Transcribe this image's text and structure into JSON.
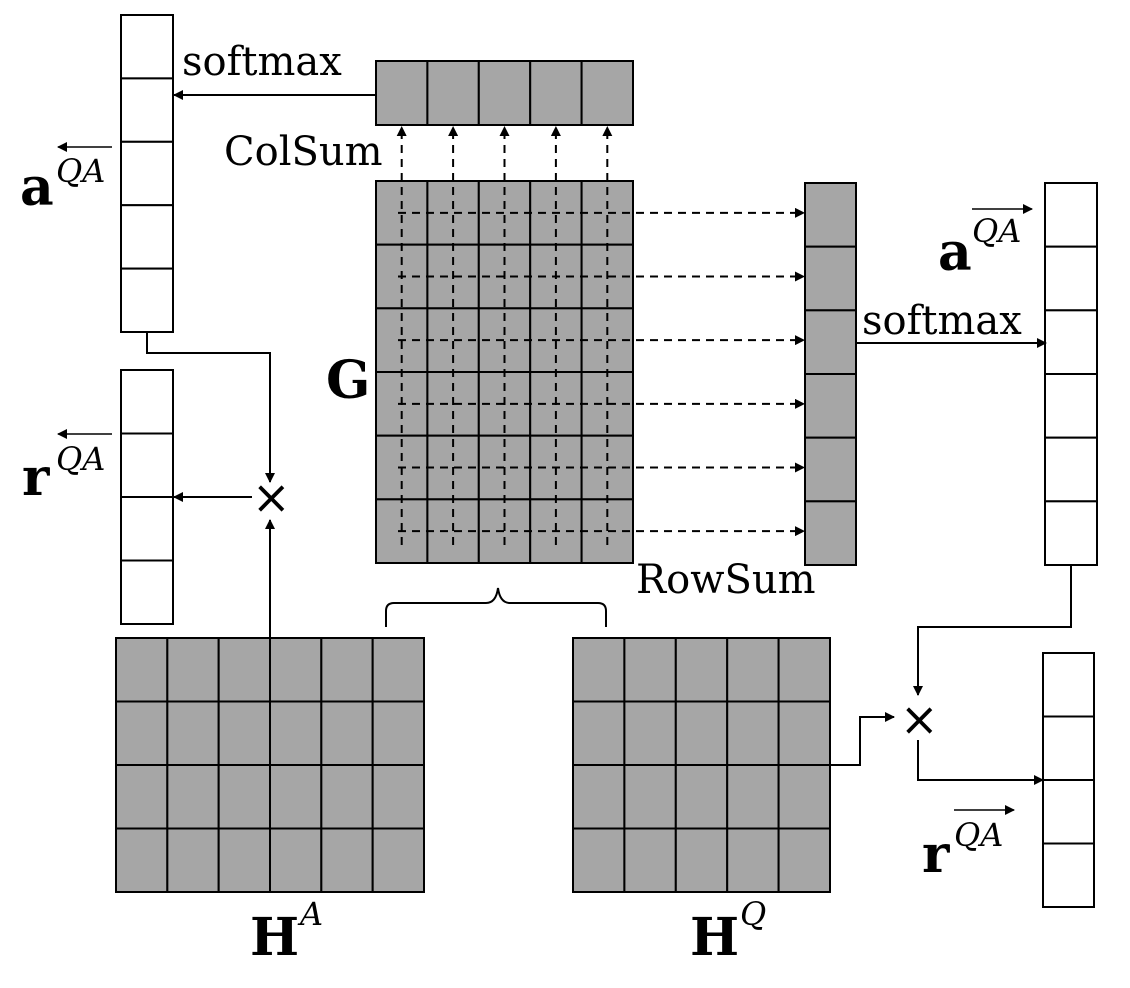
{
  "labels": {
    "softmax_top": "softmax",
    "colsum": "ColSum",
    "softmax_right": "softmax",
    "rowsum": "RowSum",
    "g": "G",
    "a_base_left": "a",
    "a_sup_left": "QA",
    "r_base_left": "r",
    "r_sup_left": "QA",
    "a_base_right": "a",
    "a_sup_right": "QA",
    "r_base_right": "r",
    "r_sup_right": "QA",
    "ha_base": "H",
    "ha_sup": "A",
    "hq_base": "H",
    "hq_sup": "Q",
    "times": "×"
  },
  "colors": {
    "cell_fill": "#a6a6a6",
    "empty_fill": "#ffffff",
    "stroke": "#000000"
  },
  "structure": {
    "g_matrix": {
      "rows": 6,
      "cols": 5
    },
    "colsum_vector": {
      "cells": 5
    },
    "rowsum_vector": {
      "cells": 6
    },
    "a_qa_left": {
      "cells": 5
    },
    "r_qa_left": {
      "cells": 4
    },
    "a_qa_right": {
      "cells": 6
    },
    "r_qa_right": {
      "cells": 4
    },
    "h_a_matrix": {
      "rows": 4,
      "cols": 6
    },
    "h_q_matrix": {
      "rows": 4,
      "cols": 5
    }
  }
}
